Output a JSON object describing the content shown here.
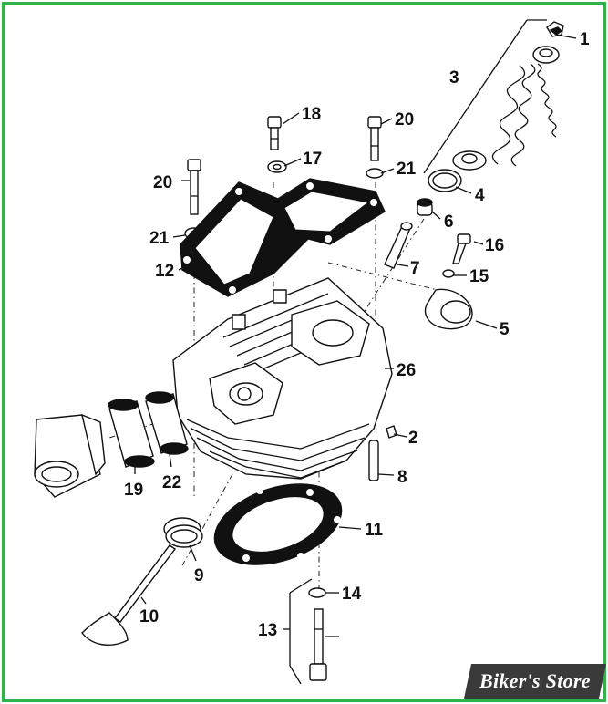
{
  "callouts": [
    {
      "id": "c1",
      "text": "1"
    },
    {
      "id": "c2",
      "text": "2"
    },
    {
      "id": "c3",
      "text": "3"
    },
    {
      "id": "c4",
      "text": "4"
    },
    {
      "id": "c5",
      "text": "5"
    },
    {
      "id": "c6",
      "text": "6"
    },
    {
      "id": "c7",
      "text": "7"
    },
    {
      "id": "c8",
      "text": "8"
    },
    {
      "id": "c9",
      "text": "9"
    },
    {
      "id": "c10",
      "text": "10"
    },
    {
      "id": "c11",
      "text": "11"
    },
    {
      "id": "c12",
      "text": "12"
    },
    {
      "id": "c13",
      "text": "13"
    },
    {
      "id": "c14",
      "text": "14"
    },
    {
      "id": "c15",
      "text": "15"
    },
    {
      "id": "c16",
      "text": "16"
    },
    {
      "id": "c17",
      "text": "17"
    },
    {
      "id": "c18",
      "text": "18"
    },
    {
      "id": "c19",
      "text": "19"
    },
    {
      "id": "c20a",
      "text": "20"
    },
    {
      "id": "c20b",
      "text": "20"
    },
    {
      "id": "c21a",
      "text": "21"
    },
    {
      "id": "c21b",
      "text": "21"
    },
    {
      "id": "c22",
      "text": "22"
    },
    {
      "id": "c26",
      "text": "26"
    }
  ],
  "watermark": "Biker's Store",
  "colors": {
    "frame": "#2fb34a",
    "ink": "#111111",
    "logo_bg": "#3a3a3a"
  }
}
